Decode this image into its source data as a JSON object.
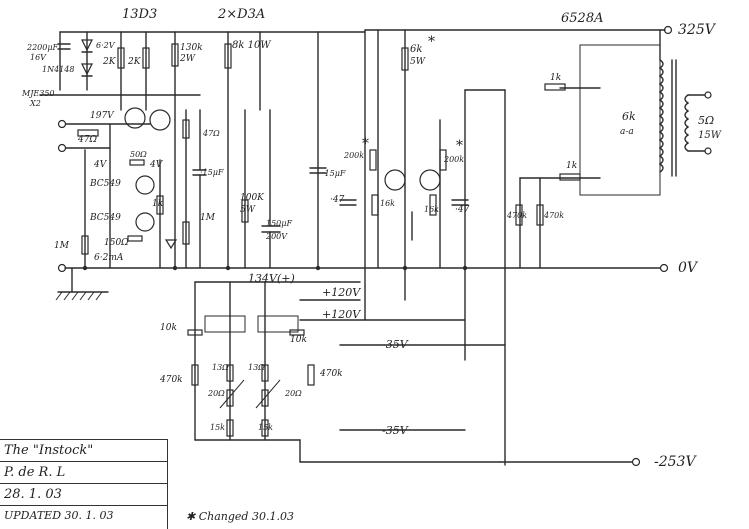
{
  "header": {
    "valve1": "13D3",
    "valve2": "2×D3A",
    "output_valves": "6528A"
  },
  "rails": {
    "hv_plus": "325V",
    "zero": "0V",
    "hv_minus": "-253V",
    "v134": "134V(+)",
    "v120a": "+120V",
    "v120b": "+120V",
    "v35a": "-35V",
    "v35b": "-35V"
  },
  "labels": {
    "cap_2200": "2200μF",
    "cap_16v": "16V",
    "zener": "6·2V",
    "diode": "1N4148",
    "r2k_a": "2K",
    "r2k_b": "2K",
    "r130k": "130k",
    "r130k_w": "2W",
    "r8k": "8k 10W",
    "mje": "MJE350",
    "mje_qty": "X2",
    "v197": "197V",
    "r47": "47Ω",
    "r47b": "47Ω",
    "v4a": "4V",
    "r50": "50Ω",
    "v4b": "4V",
    "bc549a": "BC549",
    "bc549b": "BC549",
    "r1k": "1k",
    "r150": "150Ω",
    "i62": "6·2mA",
    "r1m_a": "1M",
    "r1m_b": "1M",
    "c15": "·15μF",
    "c15b": "·15μF",
    "r100k": "100K",
    "r100k_w": "5W",
    "c150": "150μF",
    "c150v": "200V",
    "r6k": "6k",
    "r6k_w": "5W",
    "r200k_a": "200k",
    "r200k_b": "200k",
    "r16k_a": "16k",
    "r16k_b": "16k",
    "c47_a": "·47",
    "c47_b": "·47",
    "r1k_a": "1k",
    "r1k_b": "1k",
    "r470k_a": "470k",
    "r470k_b": "470k",
    "xfmr": "6k",
    "xfmr_sub": "a-a",
    "spk": "5Ω",
    "spk_w": "15W",
    "r10k_a": "10k",
    "r10k_b": "10k",
    "r470k_c": "470k",
    "r470k_d": "470k",
    "r13a": "13Ω",
    "r13b": "13Ω",
    "r20a": "20Ω",
    "r20b": "20Ω",
    "r15k_a": "15k",
    "r15k_b": "15k",
    "star_a": "*",
    "star_b": "*",
    "star_c": "*"
  },
  "title_block": {
    "title": "The \"Instock\"",
    "author": "P. de R. L",
    "date": "28. 1. 03",
    "updated": "UPDATED 30. 1. 03",
    "changed": "Changed 30.1.03"
  }
}
